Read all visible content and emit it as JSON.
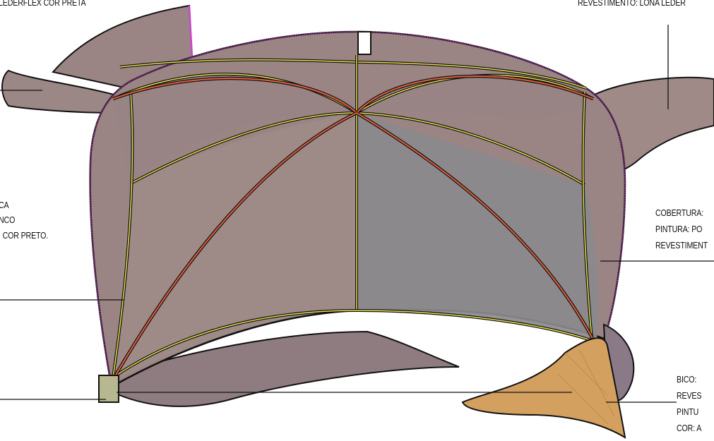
{
  "labels": {
    "top_left": "LEDERFLEX COR PRETA",
    "top_right": "REVESTIMENTO: LONA LEDER",
    "mid_left": [
      "CA",
      "NCO",
      ", COR PRETO."
    ],
    "mid_right": [
      "COBERTURA:",
      "PINTURA: PO",
      "REVESTIMENT"
    ],
    "bottom_right": [
      "BICO:",
      "REVES",
      "PINTU",
      "COR: A"
    ]
  },
  "colors": {
    "body_fill": "#9a8584",
    "body_fill_dark": "#857a80",
    "right_face": "#8a8a8c",
    "outline": "#111111",
    "magenta_edge": "#cc44cc",
    "yellow_seam": "#e8e050",
    "red_seam": "#e06040",
    "beak": "#d4a060",
    "base_block": "#b8b890"
  }
}
